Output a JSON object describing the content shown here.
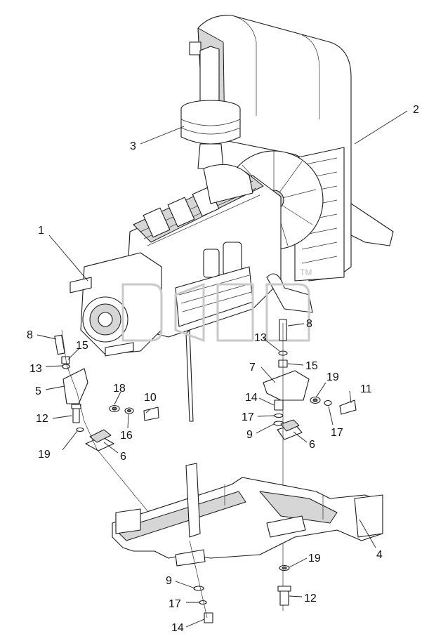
{
  "callouts": [
    {
      "id": "c1",
      "text": "1"
    },
    {
      "id": "c2",
      "text": "2"
    },
    {
      "id": "c3",
      "text": "3"
    },
    {
      "id": "c4",
      "text": "4"
    },
    {
      "id": "c5",
      "text": "5"
    },
    {
      "id": "c6a",
      "text": "6"
    },
    {
      "id": "c6b",
      "text": "6"
    },
    {
      "id": "c7",
      "text": "7"
    },
    {
      "id": "c8a",
      "text": "8"
    },
    {
      "id": "c8b",
      "text": "8"
    },
    {
      "id": "c9a",
      "text": "9"
    },
    {
      "id": "c9b",
      "text": "9"
    },
    {
      "id": "c10",
      "text": "10"
    },
    {
      "id": "c11",
      "text": "11"
    },
    {
      "id": "c12a",
      "text": "12"
    },
    {
      "id": "c12b",
      "text": "12"
    },
    {
      "id": "c13a",
      "text": "13"
    },
    {
      "id": "c13b",
      "text": "13"
    },
    {
      "id": "c14a",
      "text": "14"
    },
    {
      "id": "c14b",
      "text": "14"
    },
    {
      "id": "c15a",
      "text": "15"
    },
    {
      "id": "c15b",
      "text": "15"
    },
    {
      "id": "c16",
      "text": "16"
    },
    {
      "id": "c17a",
      "text": "17"
    },
    {
      "id": "c17b",
      "text": "17"
    },
    {
      "id": "c17c",
      "text": "17"
    },
    {
      "id": "c18",
      "text": "18"
    },
    {
      "id": "c19a",
      "text": "19"
    },
    {
      "id": "c19b",
      "text": "19"
    },
    {
      "id": "c19c",
      "text": "19"
    }
  ],
  "watermark": {
    "text": "TM"
  }
}
